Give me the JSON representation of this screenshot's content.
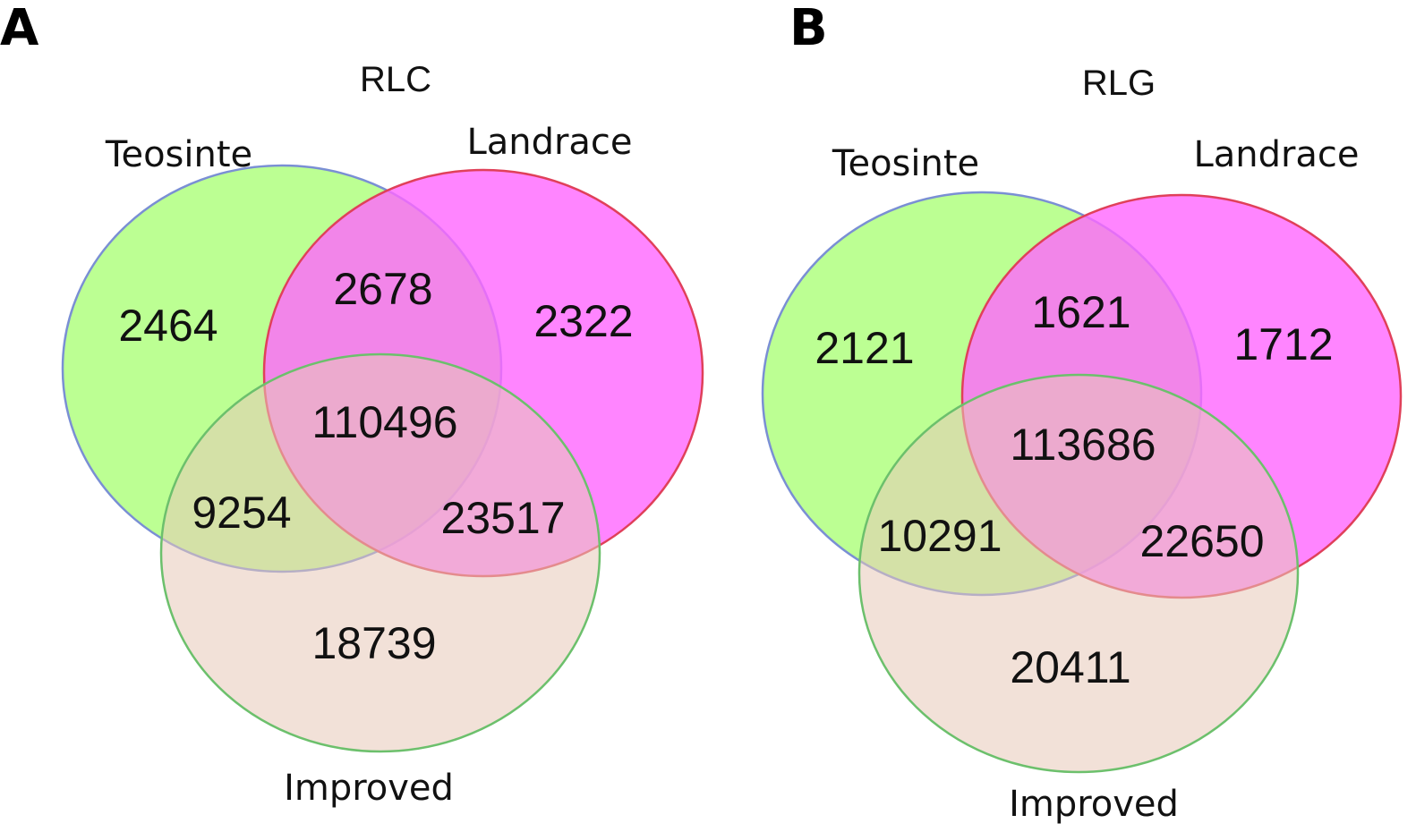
{
  "colors": {
    "teosinte_fill": "#b0ff80",
    "teosinte_stroke": "#7a8fd4",
    "landrace_fill": "#ff66ff",
    "landrace_stroke": "#e0405a",
    "improved_fill": "#e8c8b8",
    "improved_stroke": "#6cc06c"
  },
  "panels": [
    {
      "letter": "A",
      "title": "RLC",
      "sets": {
        "teosinte": "Teosinte",
        "landrace": "Landrace",
        "improved": "Improved"
      },
      "counts": {
        "teosinte_only": "2464",
        "teosinte_landrace": "2678",
        "landrace_only": "2322",
        "all_three": "110496",
        "teosinte_improved": "9254",
        "landrace_improved": "23517",
        "improved_only": "18739"
      }
    },
    {
      "letter": "B",
      "title": "RLG",
      "sets": {
        "teosinte": "Teosinte",
        "landrace": "Landrace",
        "improved": "Improved"
      },
      "counts": {
        "teosinte_only": "2121",
        "teosinte_landrace": "1621",
        "landrace_only": "1712",
        "all_three": "113686",
        "teosinte_improved": "10291",
        "landrace_improved": "22650",
        "improved_only": "20411"
      }
    }
  ]
}
